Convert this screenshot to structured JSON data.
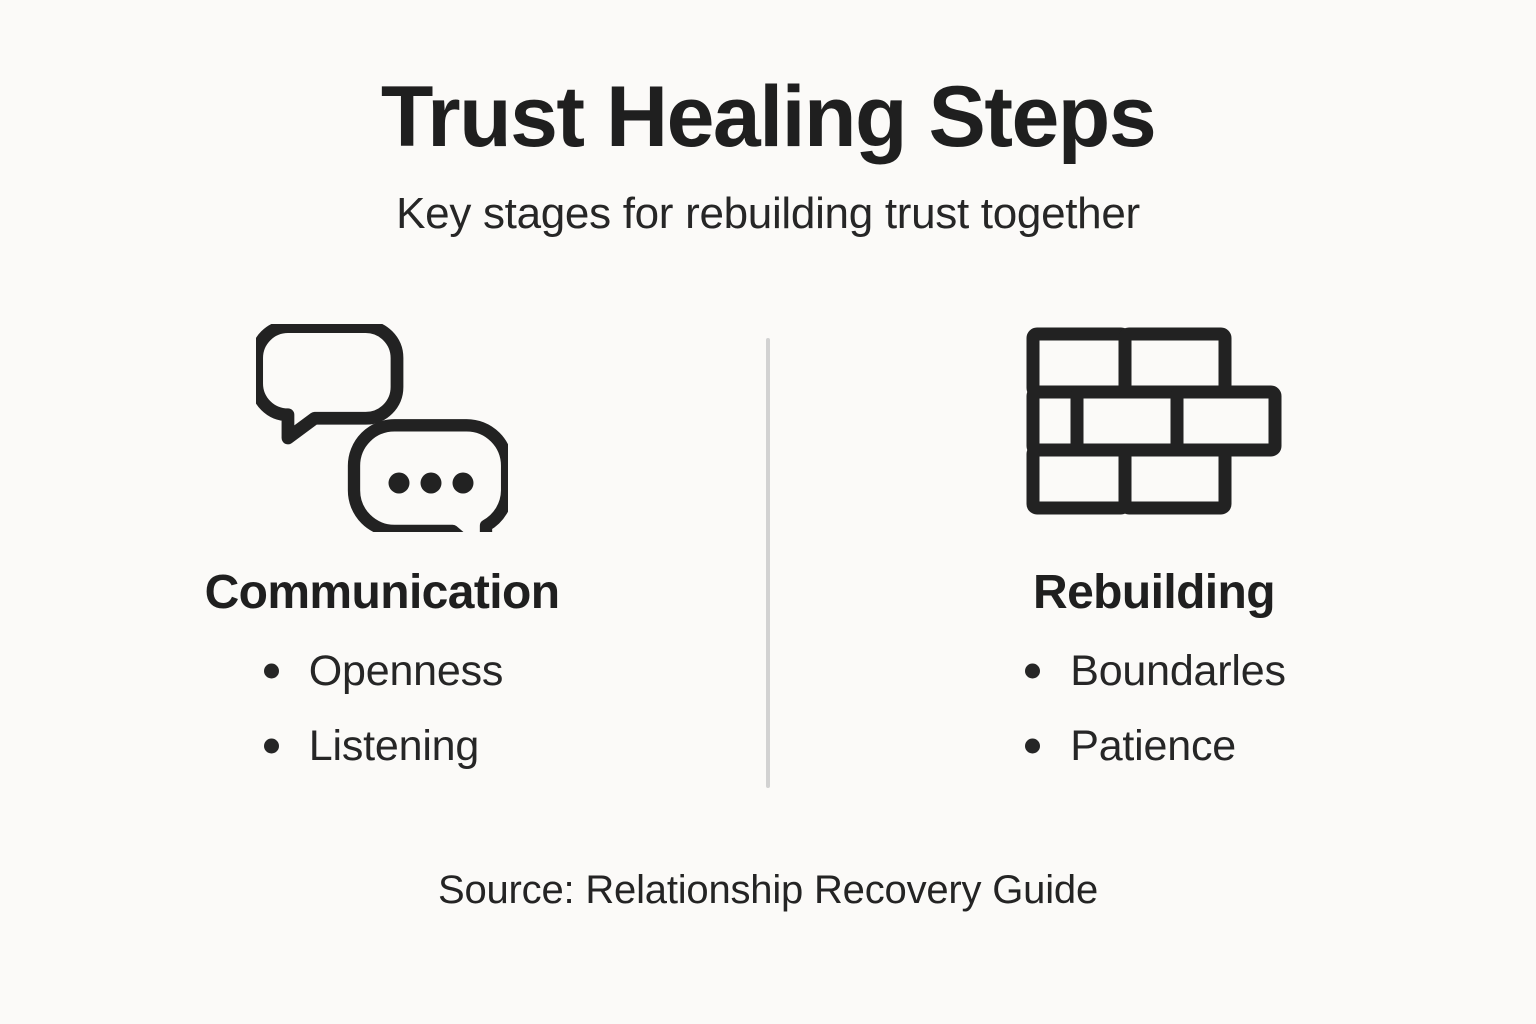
{
  "header": {
    "title": "Trust Healing Steps",
    "subtitle": "Key stages for rebuilding trust together"
  },
  "columns": [
    {
      "id": "communication",
      "icon": "speech-bubbles-icon",
      "heading": "Communication",
      "bullets": [
        "Openness",
        "Listening"
      ]
    },
    {
      "id": "rebuilding",
      "icon": "brick-wall-icon",
      "heading": "Rebuilding",
      "bullets": [
        "Boundarles",
        "Patience"
      ]
    }
  ],
  "footer": {
    "source": "Source: Relationship Recovery Guide"
  },
  "colors": {
    "background": "#FBFAF8",
    "ink": "#1F1F1F",
    "body_text": "#262626",
    "divider": "#D2D2D2"
  }
}
